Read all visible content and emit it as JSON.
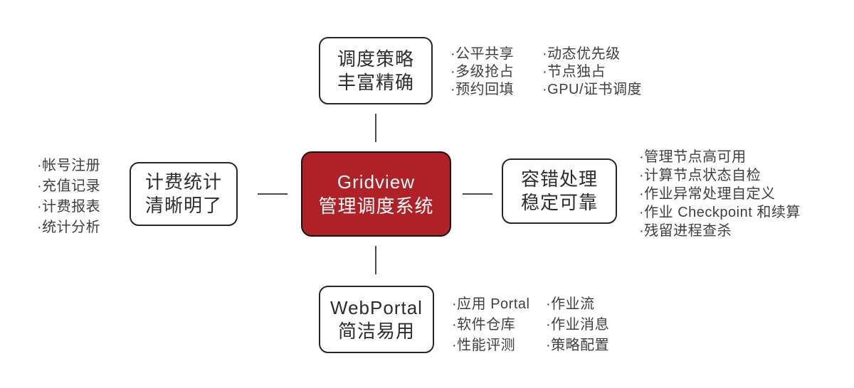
{
  "colors": {
    "accent": "#b02127",
    "box_border": "#262626",
    "title_text": "#2d2d2d",
    "bullet_text": "#3f3f3f",
    "connector": "#4a4a4a",
    "center_text": "#ffffff",
    "background": "#ffffff"
  },
  "center": {
    "line1": "Gridview",
    "line2": "管理调度系统"
  },
  "top": {
    "title": [
      "调度策略",
      "丰富精确"
    ],
    "col1": [
      "·公平共享",
      "·多级抢占",
      "·预约回填"
    ],
    "col2": [
      "·动态优先级",
      "·节点独占",
      "·GPU/证书调度"
    ]
  },
  "left": {
    "title": [
      "计费统计",
      "清晰明了"
    ],
    "items": [
      "·帐号注册",
      "·充值记录",
      "·计费报表",
      "·统计分析"
    ]
  },
  "right": {
    "title": [
      "容错处理",
      "稳定可靠"
    ],
    "items": [
      "·管理节点高可用",
      "·计算节点状态自检",
      "·作业异常处理自定义",
      "·作业 Checkpoint 和续算",
      "·残留进程查杀"
    ]
  },
  "bottom": {
    "title": [
      "WebPortal",
      "简洁易用"
    ],
    "col1": [
      "·应用 Portal",
      "·软件仓库",
      "·性能评测"
    ],
    "col2": [
      "·作业流",
      "·作业消息",
      "·策略配置"
    ]
  }
}
